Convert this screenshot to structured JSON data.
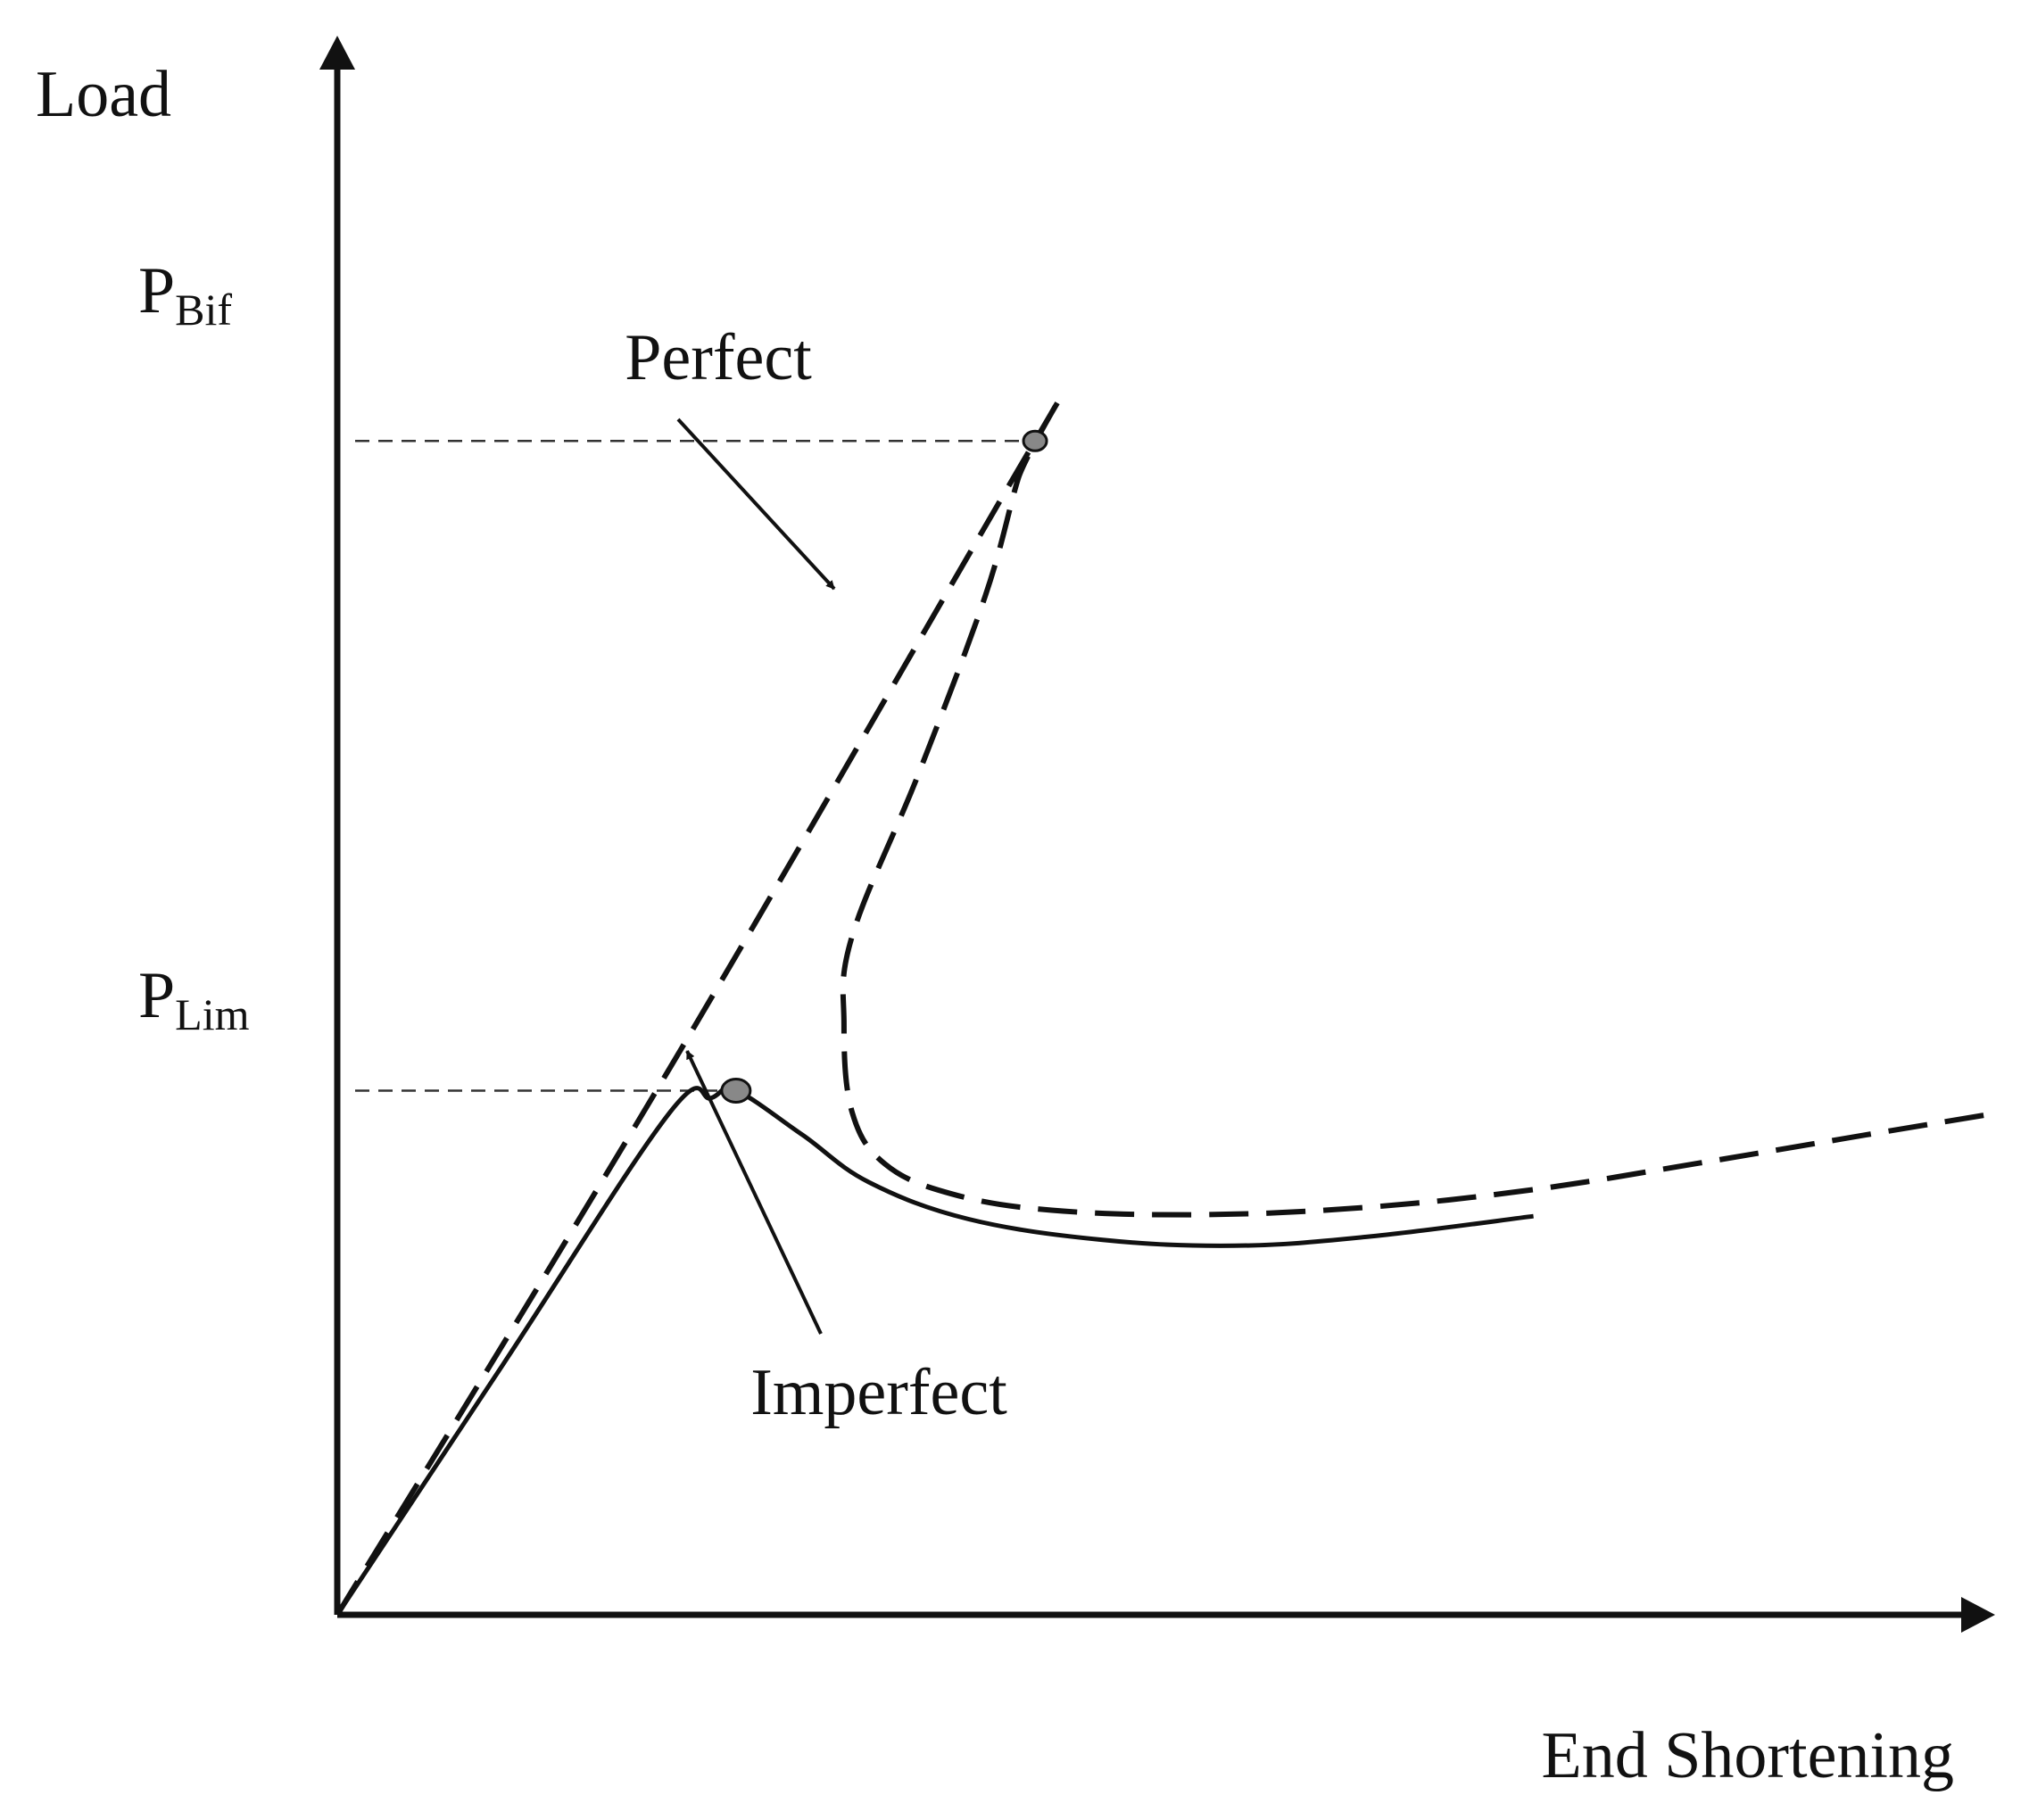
{
  "chart_data": {
    "type": "line",
    "title": "",
    "xlabel": "End Shortening",
    "ylabel": "Load",
    "ylim": [
      0,
      1
    ],
    "xlim": [
      0,
      1
    ],
    "y_markers": [
      {
        "main": "P",
        "sub": "Bif",
        "value": 0.795
      },
      {
        "main": "P",
        "sub": "Lim",
        "value": 0.355
      }
    ],
    "points": [
      {
        "name": "bifurcation-point",
        "x": 0.42,
        "y": 0.795
      },
      {
        "name": "limit-point",
        "x": 0.24,
        "y": 0.355
      }
    ],
    "series": [
      {
        "name": "Perfect",
        "style": "dashed",
        "x": [
          0.0,
          0.2,
          0.42,
          0.41,
          0.39,
          0.35,
          0.31,
          0.305,
          0.31,
          0.33,
          0.37,
          0.43,
          0.52,
          0.62,
          0.72,
          0.82,
          0.92,
          1.0
        ],
        "y": [
          0.0,
          0.37,
          0.795,
          0.77,
          0.69,
          0.57,
          0.46,
          0.4,
          0.34,
          0.305,
          0.285,
          0.274,
          0.271,
          0.276,
          0.288,
          0.306,
          0.325,
          0.34
        ]
      },
      {
        "name": "Imperfect",
        "style": "solid",
        "x": [
          0.0,
          0.1,
          0.2,
          0.225,
          0.24,
          0.28,
          0.32,
          0.38,
          0.46,
          0.54,
          0.62,
          0.72
        ],
        "y": [
          0.0,
          0.17,
          0.34,
          0.35,
          0.355,
          0.325,
          0.293,
          0.268,
          0.254,
          0.25,
          0.256,
          0.27
        ]
      }
    ],
    "annotations": [
      {
        "text": "Perfect",
        "points_to": "Perfect"
      },
      {
        "text": "Imperfect",
        "points_to": "Imperfect"
      }
    ],
    "grid": false,
    "legend": "none",
    "colors": {
      "line": "#111111",
      "marker": "#888888",
      "guide": "#333333"
    }
  }
}
